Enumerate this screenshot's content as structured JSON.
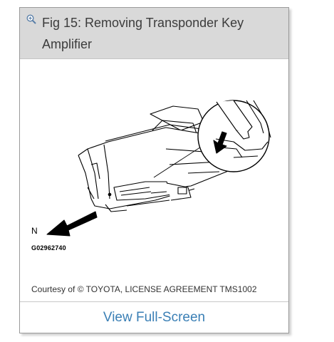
{
  "figure": {
    "title": "Fig 15: Removing Transponder Key Amplifier",
    "zoom_icon": "zoom-in-magnifier-icon",
    "direction_label": "N",
    "figure_code": "G02962740",
    "courtesy": "Courtesy of © TOYOTA, LICENSE AGREEMENT TMS1002"
  },
  "actions": {
    "view_full_screen": "View Full-Screen"
  },
  "colors": {
    "header_bg": "#d9d9d9",
    "link": "#3a7fb5",
    "title_text": "#3c3c3c"
  }
}
